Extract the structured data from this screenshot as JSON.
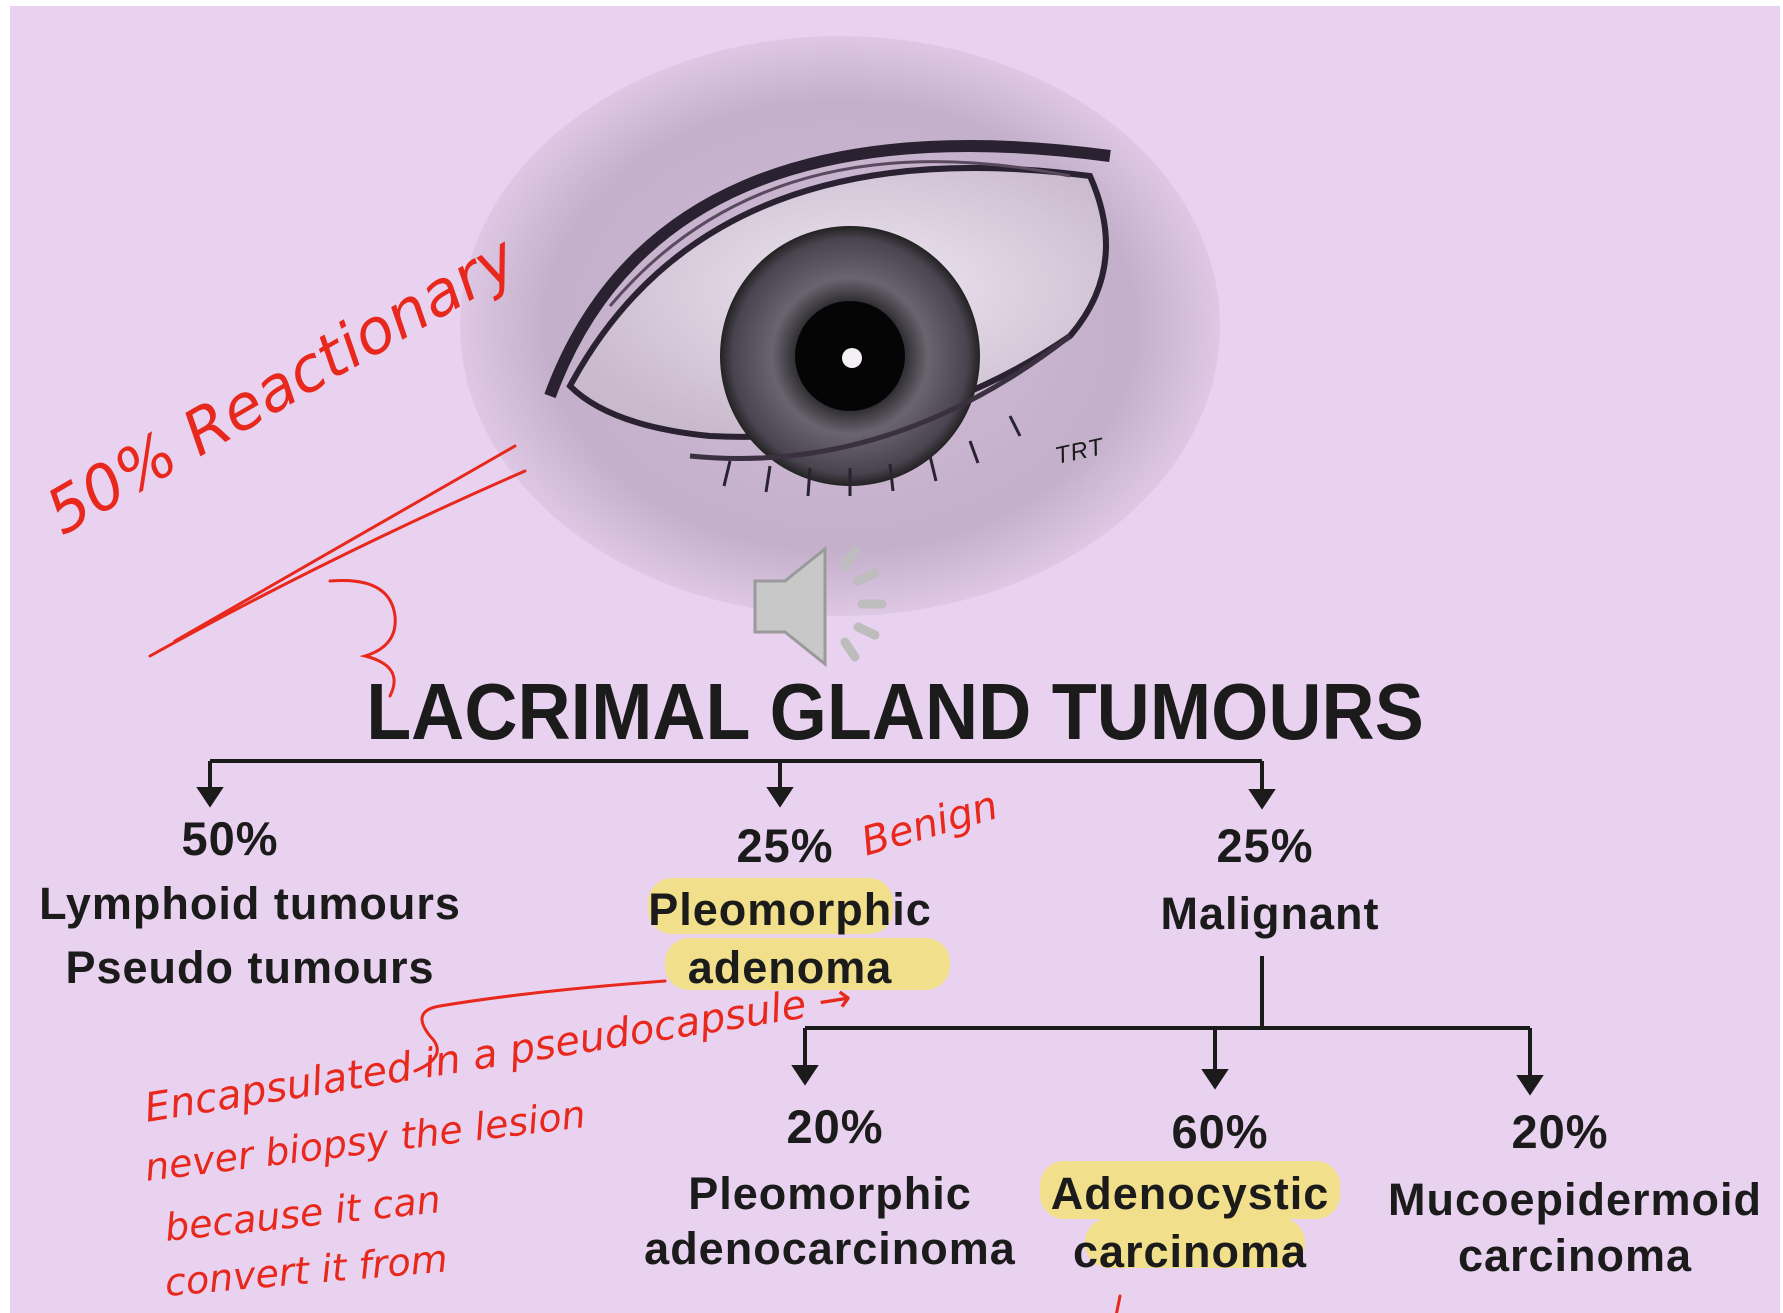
{
  "title": "LACRIMAL GLAND TUMOURS",
  "branches": [
    {
      "pct": "50%",
      "line1": "Lymphoid tumours",
      "line2": "Pseudo tumours"
    },
    {
      "pct": "25%",
      "line1": "Pleomorphic",
      "line2": "adenoma"
    },
    {
      "pct": "25%",
      "line1": "Malignant"
    }
  ],
  "malignant_subtypes": [
    {
      "pct": "20%",
      "line1": "Pleomorphic",
      "line2": "adenocarcinoma"
    },
    {
      "pct": "60%",
      "line1": "Adenocystic",
      "line2": "carcinoma"
    },
    {
      "pct": "20%",
      "line1": "Mucoepidermoid",
      "line2": "carcinoma"
    }
  ],
  "illustration_signature": "TRT",
  "annotations": {
    "reactionary": "50% Reactionary",
    "benign": "Benign",
    "note_line1": "Encapsulated in a pseudocapsule →",
    "note_line2": "never biopsy the lesion",
    "note_line3": "because it can",
    "note_line4": "convert it from"
  },
  "icons": {
    "speaker": "speaker-icon"
  },
  "colors": {
    "slide_bg": "#e9d2ef",
    "ink": "#e8281c",
    "highlight": "#f2e27a",
    "text": "#1b1b1b"
  }
}
